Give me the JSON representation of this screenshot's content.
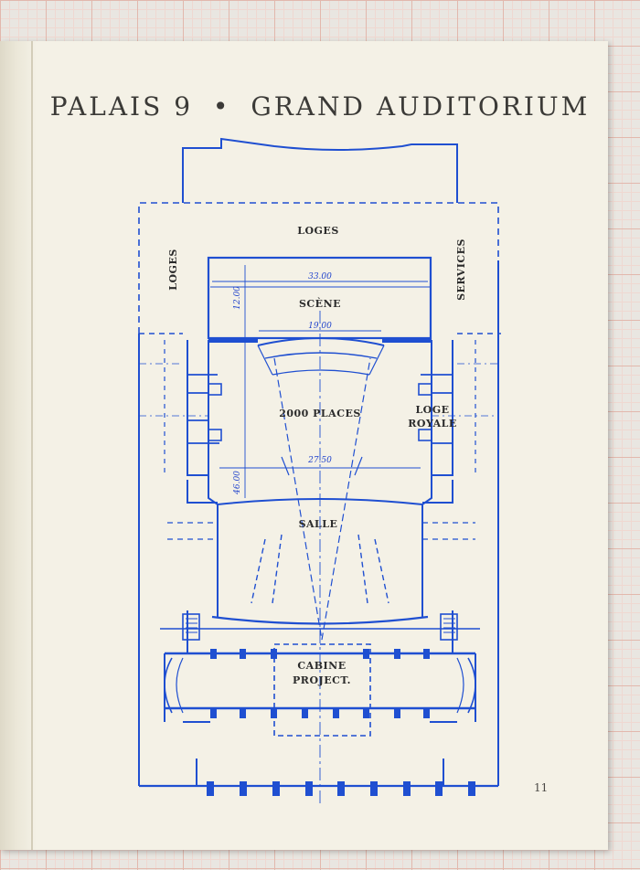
{
  "document": {
    "title": {
      "left": "PALAIS 9",
      "separator": "•",
      "right": "GRAND AUDITORIUM"
    },
    "page_number": "11"
  },
  "plan": {
    "ink_color": "#1f4fd1",
    "labels": {
      "loges_top": "LOGES",
      "loges_side": "LOGES",
      "services": "SERVICES",
      "scene": "SCÈNE",
      "places": "2000 PLACES",
      "loge_royale_line1": "LOGE",
      "loge_royale_line2": "ROYALE",
      "salle": "SALLE",
      "cabine_line1": "CABINE",
      "cabine_line2": "PROJECT."
    },
    "dimensions": {
      "stage_width": "33.00",
      "stage_depth": "12.00",
      "screen_width": "19.00",
      "hall_width": "27.50",
      "hall_depth": "46.00"
    }
  }
}
